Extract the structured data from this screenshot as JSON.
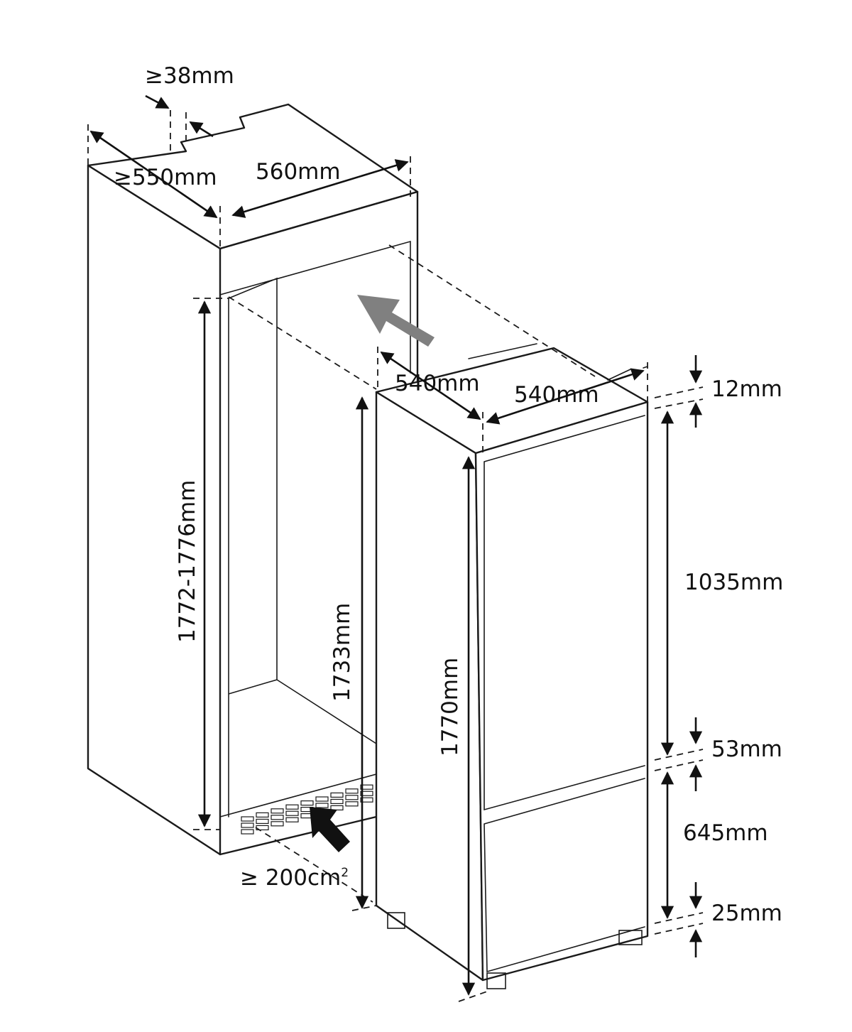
{
  "colors": {
    "line": "#1a1a1a",
    "airflow_arrow": "#808080",
    "intake_arrow": "#111111"
  },
  "icons": {
    "airflow_out": "arrow-up-left-icon",
    "airflow_in": "arrow-up-left-icon"
  },
  "labels": {
    "top_gap": "≥38mm",
    "cabinet_depth": "≥550mm",
    "cabinet_width": "560mm",
    "niche_height": "1772-1776mm",
    "inner_height": "1733mm",
    "vent_area_prefix": "≥ 200cm",
    "vent_area_sup": "2",
    "appliance_depth": "540mm",
    "appliance_width": "540mm",
    "appliance_height": "1770mm",
    "top_clearance": "12mm",
    "upper_door": "1035mm",
    "door_gap": "53mm",
    "lower_door": "645mm",
    "plinth": "25mm"
  }
}
